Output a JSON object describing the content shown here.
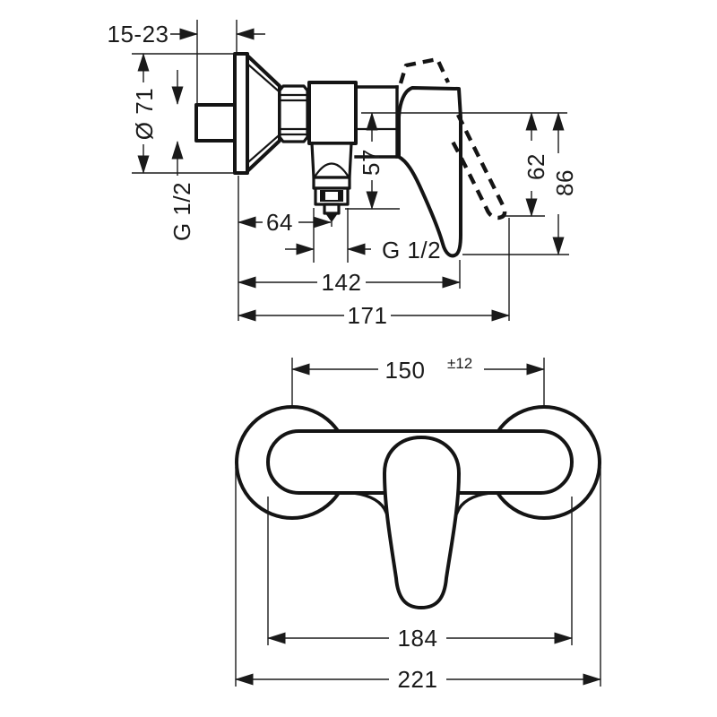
{
  "drawing": {
    "ink_color": "#1a1a1a",
    "background_color": "#ffffff",
    "type": "dimensional-technical-drawing-shower-mixer",
    "side_view": {
      "labels": {
        "wall_depth_range": "15-23",
        "escutcheon_diameter": "Ø 71",
        "inlet_thread": "G 1/2",
        "outlet_offset_from_wall": "64",
        "outlet_drop_from_center": "57",
        "outlet_thread": "G 1/2",
        "handle_open_drop": "62",
        "handle_total_drop": "86",
        "projection_to_body": "142",
        "projection_overall": "171"
      }
    },
    "front_view": {
      "labels": {
        "connection_distance": "150",
        "connection_tolerance": "±12",
        "body_width": "184",
        "overall_width": "221"
      }
    }
  }
}
